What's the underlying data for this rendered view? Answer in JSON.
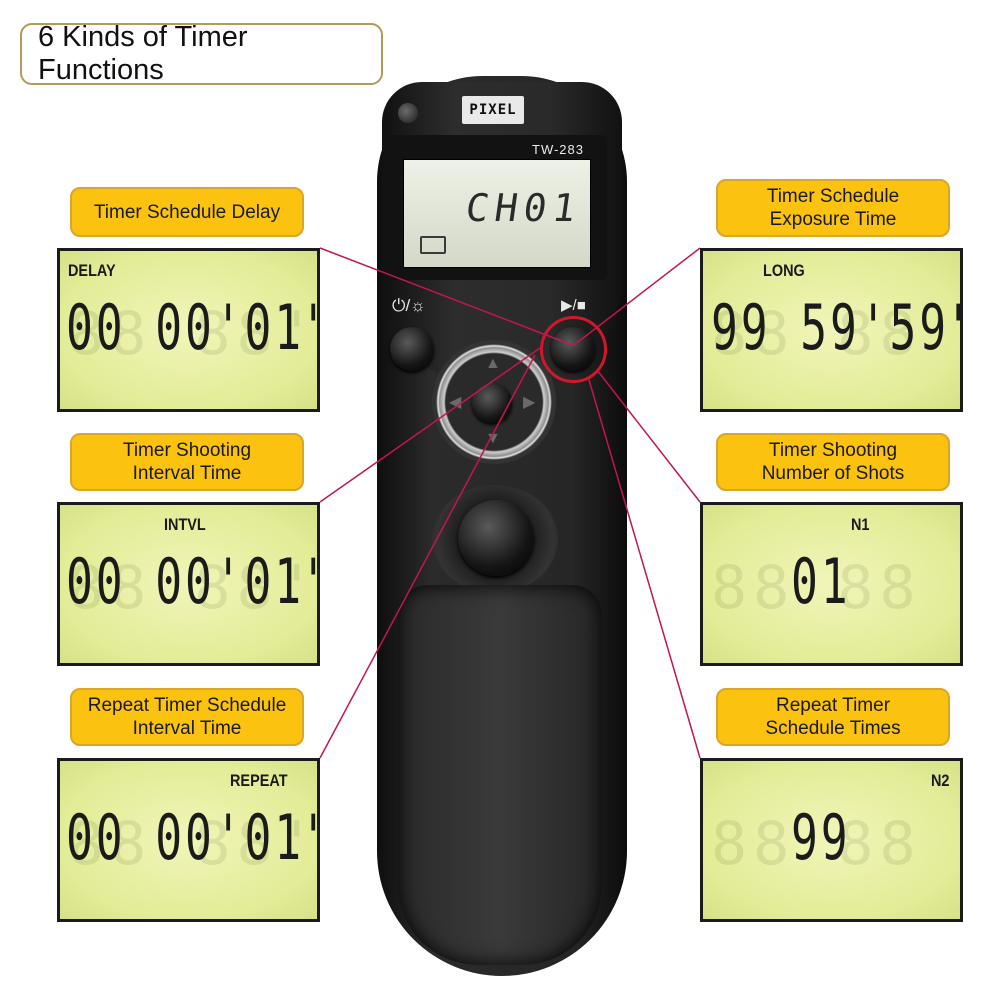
{
  "title": "6 Kinds of Timer Functions",
  "remote": {
    "brand": "PIXEL",
    "model": "TW-283",
    "display_text": "CH01",
    "power_light_icon": "power-light-icon",
    "play_stop_icon": "play-stop-icon"
  },
  "panels": [
    {
      "id": "delay",
      "label": "Timer Schedule Delay",
      "tag": "DELAY",
      "value": "00 00'01\""
    },
    {
      "id": "long",
      "label": "Timer Schedule\nExposure Time",
      "tag": "LONG",
      "value": "99 59'59\""
    },
    {
      "id": "intvl",
      "label": "Timer Shooting\nInterval Time",
      "tag": "INTVL",
      "value": "00 00'01\""
    },
    {
      "id": "n1",
      "label": "Timer Shooting\nNumber of Shots",
      "tag": "N1",
      "value": "01"
    },
    {
      "id": "repeat",
      "label": "Repeat Timer Schedule\nInterval Time",
      "tag": "REPEAT",
      "value": "00 00'01\""
    },
    {
      "id": "n2",
      "label": "Repeat Timer\nSchedule Times",
      "tag": "N2",
      "value": "99"
    }
  ],
  "colors": {
    "label_fill": "#fbc20f",
    "lcd_fill": "#e6ee9d",
    "pointer_line": "#c2174a",
    "title_border": "#b39b57"
  }
}
